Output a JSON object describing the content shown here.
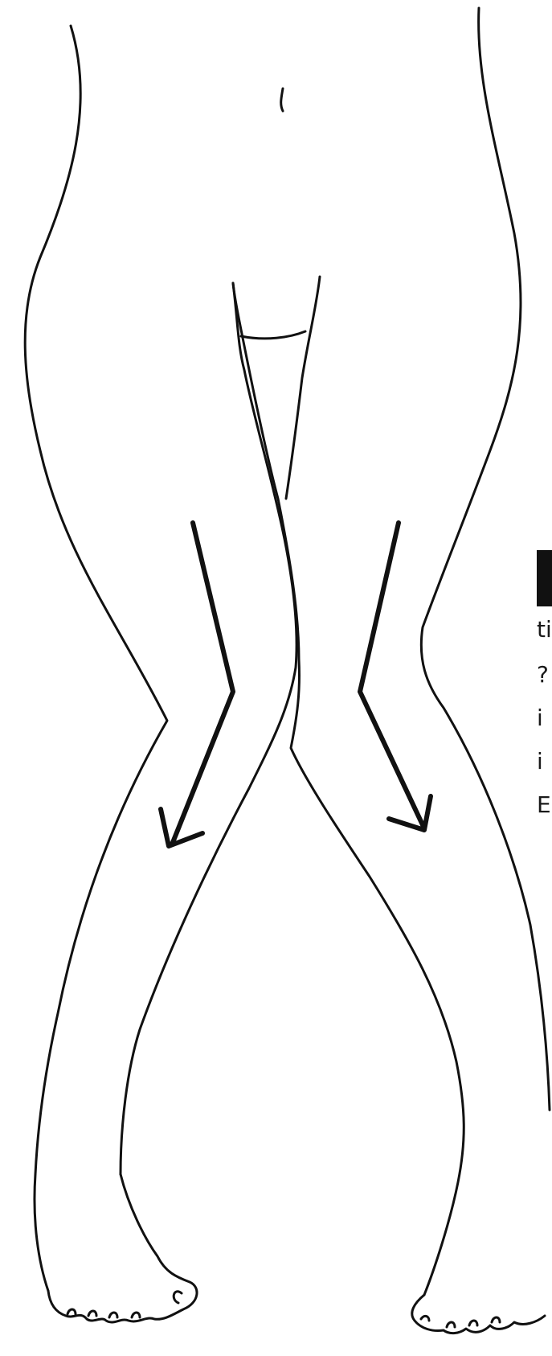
{
  "figure": {
    "subject": "knock-knee-legs-illustration",
    "colors": {
      "background": "#ffffff",
      "line": "#111111"
    }
  },
  "clipped_text": {
    "chars": [
      "ti",
      "?",
      "i",
      "i",
      "E"
    ]
  }
}
